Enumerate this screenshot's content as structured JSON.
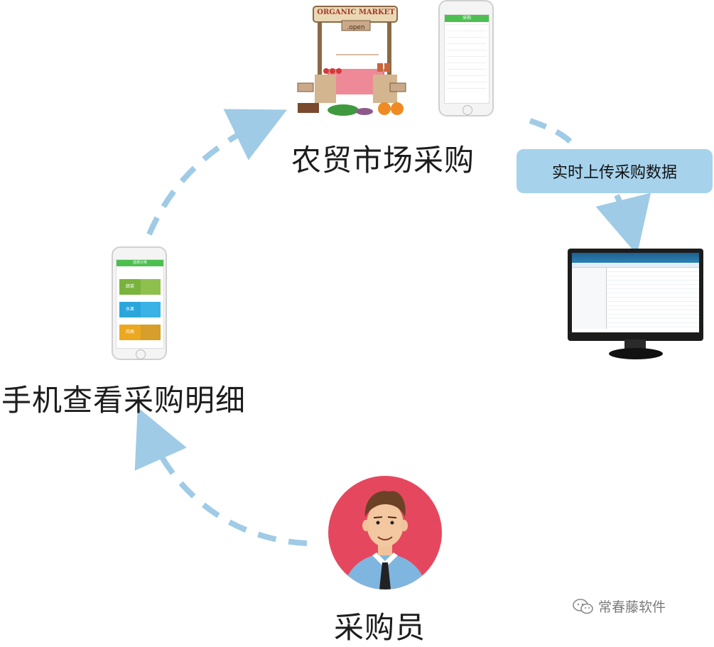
{
  "nodes": {
    "market": "农贸市场采购",
    "phone": "手机查看采购明细",
    "buyer": "采购员"
  },
  "upload_label": "实时上传采购数据",
  "watermark": "常春藤软件",
  "market_sign": {
    "title": "ORGANIC MARKET",
    "open": ".open"
  },
  "phone_menu_title": "选择分类",
  "phone_list_title": "采购",
  "phone_menu": [
    {
      "name": "蔬菜",
      "color": "#79b33c"
    },
    {
      "name": "水果",
      "color": "#2aa6dc"
    },
    {
      "name": "肉类",
      "color": "#eba820"
    }
  ],
  "colors": {
    "arrow": "#9fcbe6",
    "avatar_bg": "#e5485e",
    "phone_green": "#4cbf50"
  },
  "icons": [
    "wechat-icon",
    "person-avatar-icon",
    "monitor-icon",
    "phone-icon",
    "market-stall-icon"
  ]
}
